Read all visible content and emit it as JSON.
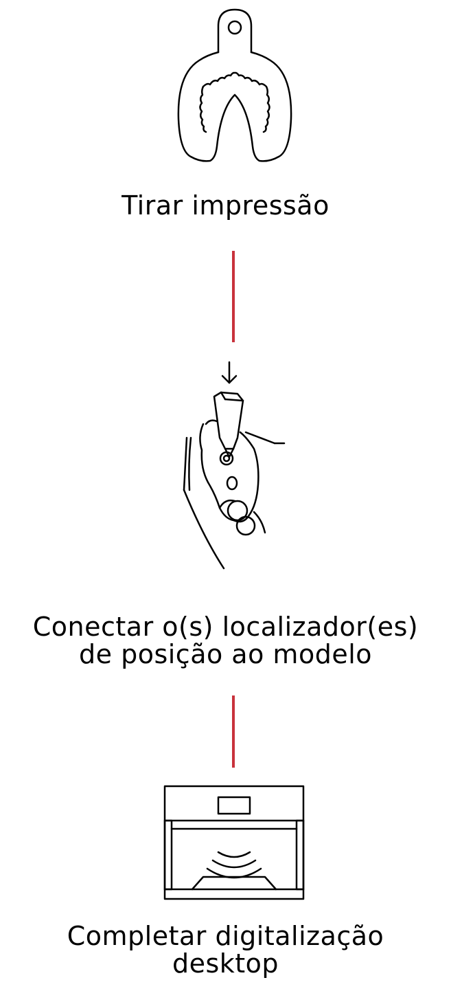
{
  "steps": [
    {
      "icon": "impression-tray-icon",
      "lines": [
        "Tirar impressão"
      ]
    },
    {
      "icon": "position-locator-icon",
      "lines": [
        "Conectar o(s) localizador(es)",
        "de posição ao modelo"
      ]
    },
    {
      "icon": "desktop-scanner-icon",
      "lines": [
        "Completar digitalização",
        "desktop"
      ]
    }
  ],
  "colors": {
    "connector": "#c8323c",
    "line_art": "#000000",
    "text": "#000000"
  }
}
